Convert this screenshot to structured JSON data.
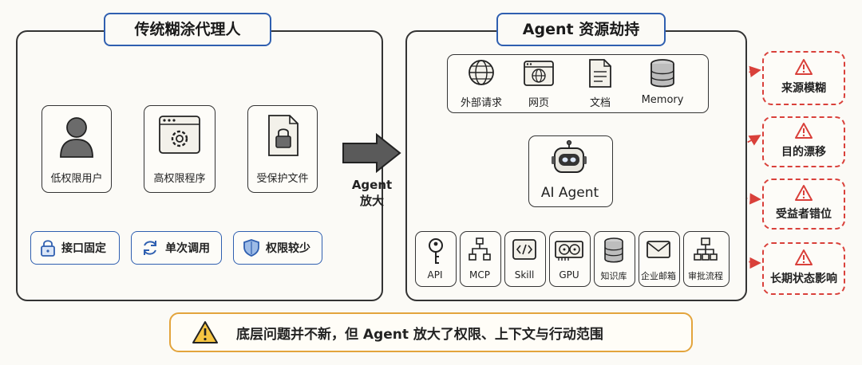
{
  "left_panel": {
    "title": "传统糊涂代理人",
    "actors": [
      {
        "label": "低权限用户",
        "icon": "user-icon"
      },
      {
        "label": "高权限程序",
        "icon": "gear-window-icon"
      },
      {
        "label": "受保护文件",
        "icon": "locked-file-icon"
      }
    ],
    "features": [
      {
        "label": "接口固定",
        "icon": "lock-icon"
      },
      {
        "label": "单次调用",
        "icon": "cycle-icon"
      },
      {
        "label": "权限较少",
        "icon": "shield-icon"
      }
    ]
  },
  "center": {
    "line1": "Agent",
    "line2": "放大"
  },
  "right_panel": {
    "title": "Agent 资源劫持",
    "sources": [
      {
        "label": "外部请求",
        "icon": "globe-icon"
      },
      {
        "label": "网页",
        "icon": "webpage-icon"
      },
      {
        "label": "文档",
        "icon": "document-icon"
      },
      {
        "label": "Memory",
        "icon": "database-icon"
      }
    ],
    "agent_label": "AI Agent",
    "tools": [
      {
        "label": "API",
        "icon": "key-icon"
      },
      {
        "label": "MCP",
        "icon": "network-icon"
      },
      {
        "label": "Skill",
        "icon": "code-icon"
      },
      {
        "label": "GPU",
        "icon": "gpu-icon"
      },
      {
        "label": "知识库",
        "icon": "database-icon"
      },
      {
        "label": "企业邮箱",
        "icon": "mail-icon"
      },
      {
        "label": "审批流程",
        "icon": "flow-icon"
      }
    ]
  },
  "risks": [
    {
      "label": "来源模糊"
    },
    {
      "label": "目的漂移"
    },
    {
      "label": "受益者错位"
    },
    {
      "label": "长期状态影响"
    }
  ],
  "bottom": {
    "text": "底层问题并不新，但 Agent 放大了权限、上下文与行动范围"
  },
  "colors": {
    "blue": "#2f5fb0",
    "red": "#d9403a",
    "orange": "#e3a43c"
  }
}
